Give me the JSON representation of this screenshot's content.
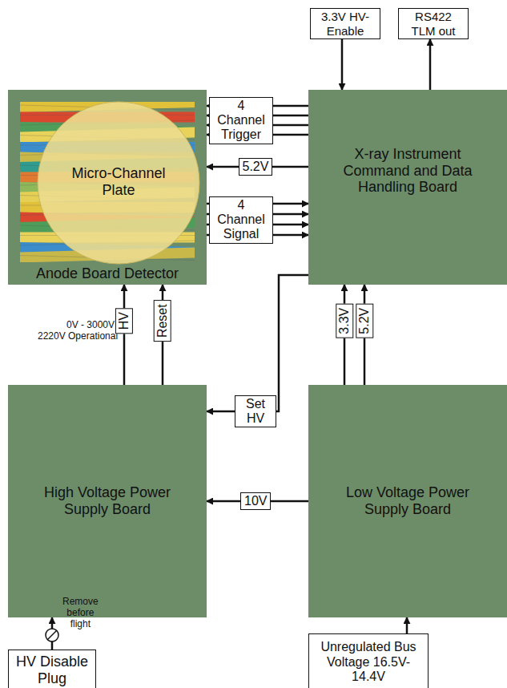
{
  "diagram": {
    "nodes": [
      {
        "text": [
          "Anode Board Detector"
        ]
      },
      {
        "text": [
          "Micro-Channel Plate"
        ],
        "in": 0
      },
      {
        "text": [
          "X-ray Instrument Command and Data Handling Board"
        ]
      },
      {
        "text": [
          "3.3V HV-Enable"
        ]
      },
      {
        "text": [
          "RS422 TLM out"
        ]
      },
      {
        "text": [
          "High Voltage Power Supply Board"
        ]
      },
      {
        "text": [
          "Low Voltage Power Supply Board"
        ]
      },
      {
        "text": [
          "HV Disable Plug"
        ]
      },
      {
        "text": [
          "Unregulated Bus Voltage 16.5V-14.4V"
        ]
      }
    ],
    "edges": [
      {
        "from": 3,
        "to": 2,
        "arrow": "to"
      },
      {
        "from": 2,
        "to": 4,
        "arrow": "to"
      },
      {
        "from": 2,
        "to": 0,
        "label": "4 Channel Trigger",
        "arrow": "to"
      },
      {
        "from": 2,
        "to": 0,
        "label": "5.2V",
        "arrow": "to"
      },
      {
        "from": 0,
        "to": 2,
        "label": "4 Channel Signal",
        "arrow": "to"
      },
      {
        "from": 5,
        "to": 0,
        "label": "HV",
        "arrow": "to"
      },
      {
        "from": 5,
        "to": 0,
        "label": "Reset",
        "arrow": "to"
      },
      {
        "from": 2,
        "to": 5,
        "label": "Set HV",
        "arrow": "to"
      },
      {
        "from": 6,
        "to": 2,
        "label": "3.3V",
        "arrow": "to"
      },
      {
        "from": 6,
        "to": 2,
        "label": "5.2V",
        "arrow": "to"
      },
      {
        "from": 6,
        "to": 5,
        "label": "10V",
        "arrow": "to"
      },
      {
        "from": 7,
        "to": 5,
        "arrow": "to"
      },
      {
        "from": 8,
        "to": 6,
        "arrow": "to"
      }
    ],
    "labels": [
      "0V - 3000V",
      "2220V Operational",
      "Remove before flight"
    ]
  }
}
